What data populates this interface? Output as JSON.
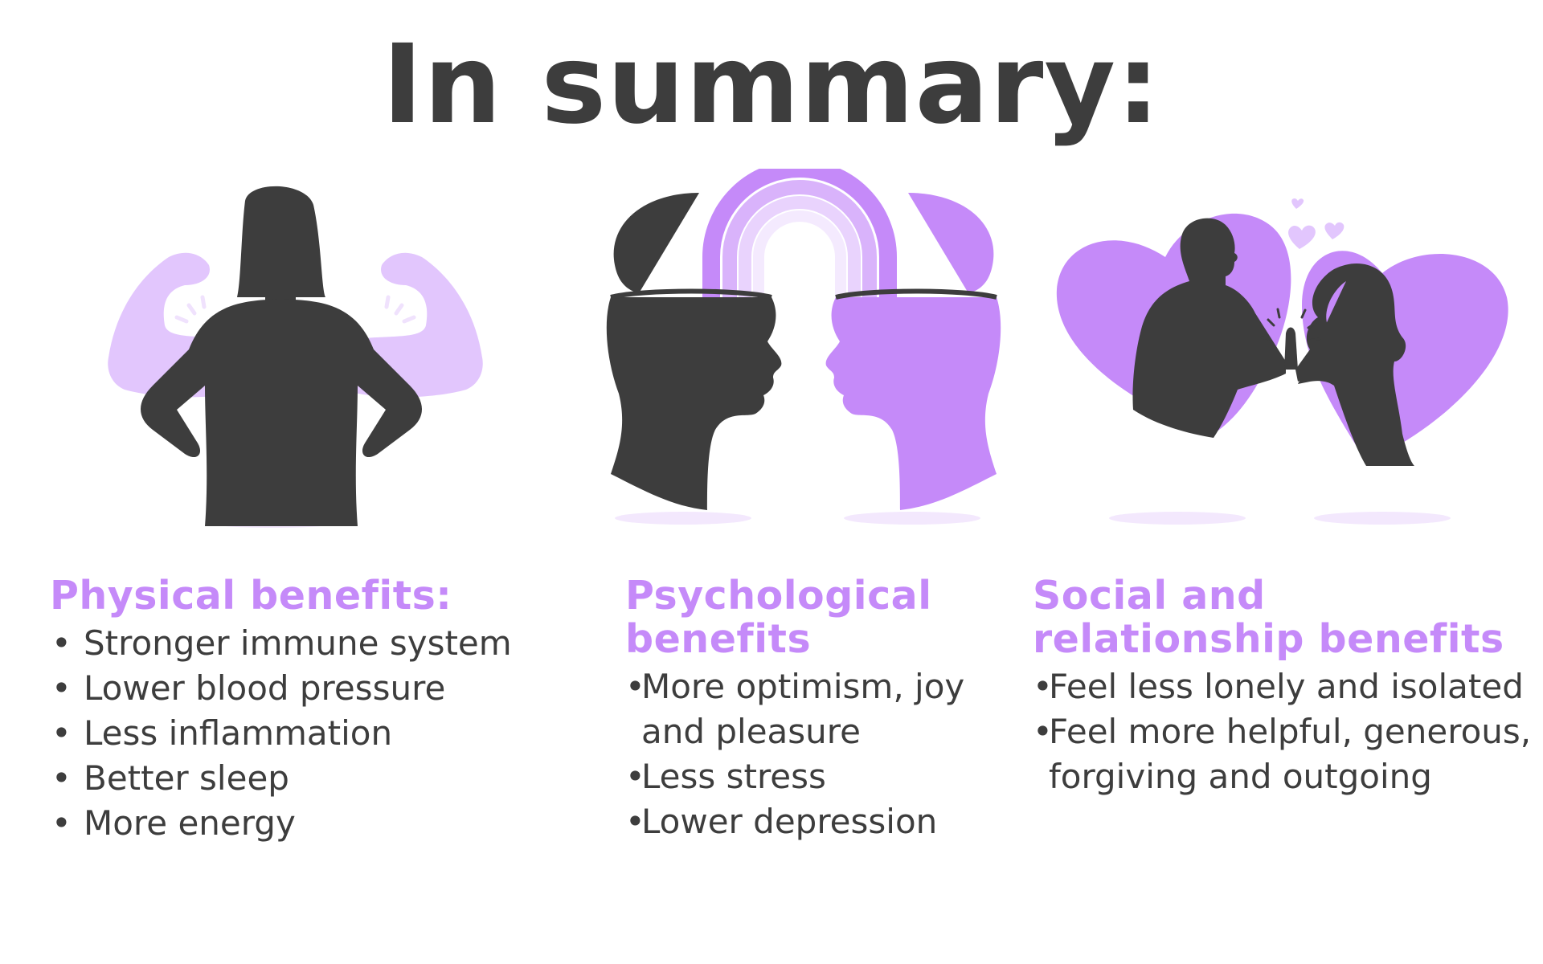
{
  "title": "In summary:",
  "colors": {
    "accent": "#c58af9",
    "accent_light": "#e2c6fd",
    "dark": "#3d3d3d"
  },
  "sections": [
    {
      "heading": "Physical benefits:",
      "bullet": "•",
      "items": [
        "Stronger immune system",
        "Lower blood pressure",
        "Less inflammation",
        "Better sleep",
        "More energy"
      ]
    },
    {
      "heading_line1": "Psychological",
      "heading_line2": "benefits",
      "bullet": "•",
      "items": [
        "More optimism, joy and pleasure",
        "Less stress",
        "Lower depression"
      ]
    },
    {
      "heading_line1": "Social and",
      "heading_line2": "relationship benefits",
      "bullet": "•",
      "items": [
        "Feel less lonely and isolated",
        "Feel more helpful, generous, forgiving and outgoing"
      ]
    }
  ],
  "icons": {
    "physical": "strong-woman-flexing-icon",
    "psychological": "two-heads-rainbow-icon",
    "social": "couple-high-five-hearts-icon"
  }
}
